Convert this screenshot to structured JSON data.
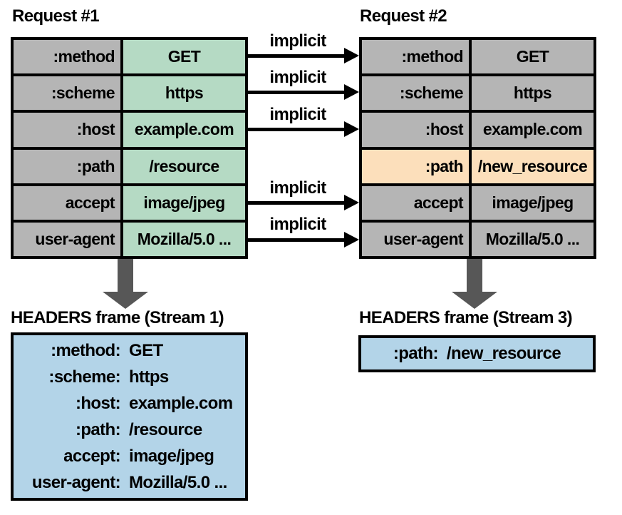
{
  "labels": {
    "implicit": "implicit"
  },
  "request1": {
    "title": "Request #1",
    "rows": [
      {
        "key": ":method",
        "value": "GET"
      },
      {
        "key": ":scheme",
        "value": "https"
      },
      {
        "key": ":host",
        "value": "example.com"
      },
      {
        "key": ":path",
        "value": "/resource"
      },
      {
        "key": "accept",
        "value": "image/jpeg"
      },
      {
        "key": "user-agent",
        "value": "Mozilla/5.0 ..."
      }
    ]
  },
  "request2": {
    "title": "Request #2",
    "rows": [
      {
        "key": ":method",
        "value": "GET"
      },
      {
        "key": ":scheme",
        "value": "https"
      },
      {
        "key": ":host",
        "value": "example.com"
      },
      {
        "key": ":path",
        "value": "/new_resource",
        "highlight": true
      },
      {
        "key": "accept",
        "value": "image/jpeg"
      },
      {
        "key": "user-agent",
        "value": "Mozilla/5.0 ..."
      }
    ]
  },
  "frame1": {
    "title": "HEADERS frame (Stream 1)",
    "lines": [
      {
        "key": ":method:",
        "value": "GET"
      },
      {
        "key": ":scheme:",
        "value": "https"
      },
      {
        "key": ":host:",
        "value": "example.com"
      },
      {
        "key": ":path:",
        "value": "/resource"
      },
      {
        "key": "accept:",
        "value": "image/jpeg"
      },
      {
        "key": "user-agent:",
        "value": "Mozilla/5.0 ..."
      }
    ]
  },
  "frame2": {
    "title": "HEADERS frame (Stream 3)",
    "lines": [
      {
        "key": ":path:",
        "value": "/new_resource"
      }
    ]
  },
  "colors": {
    "cell_gray": "#b5b5b5",
    "cell_green": "#b5dac4",
    "cell_orange": "#fcdfbb",
    "frame_blue": "#b3d4e8",
    "down_arrow_gray": "#575757",
    "border_black": "#000000"
  }
}
